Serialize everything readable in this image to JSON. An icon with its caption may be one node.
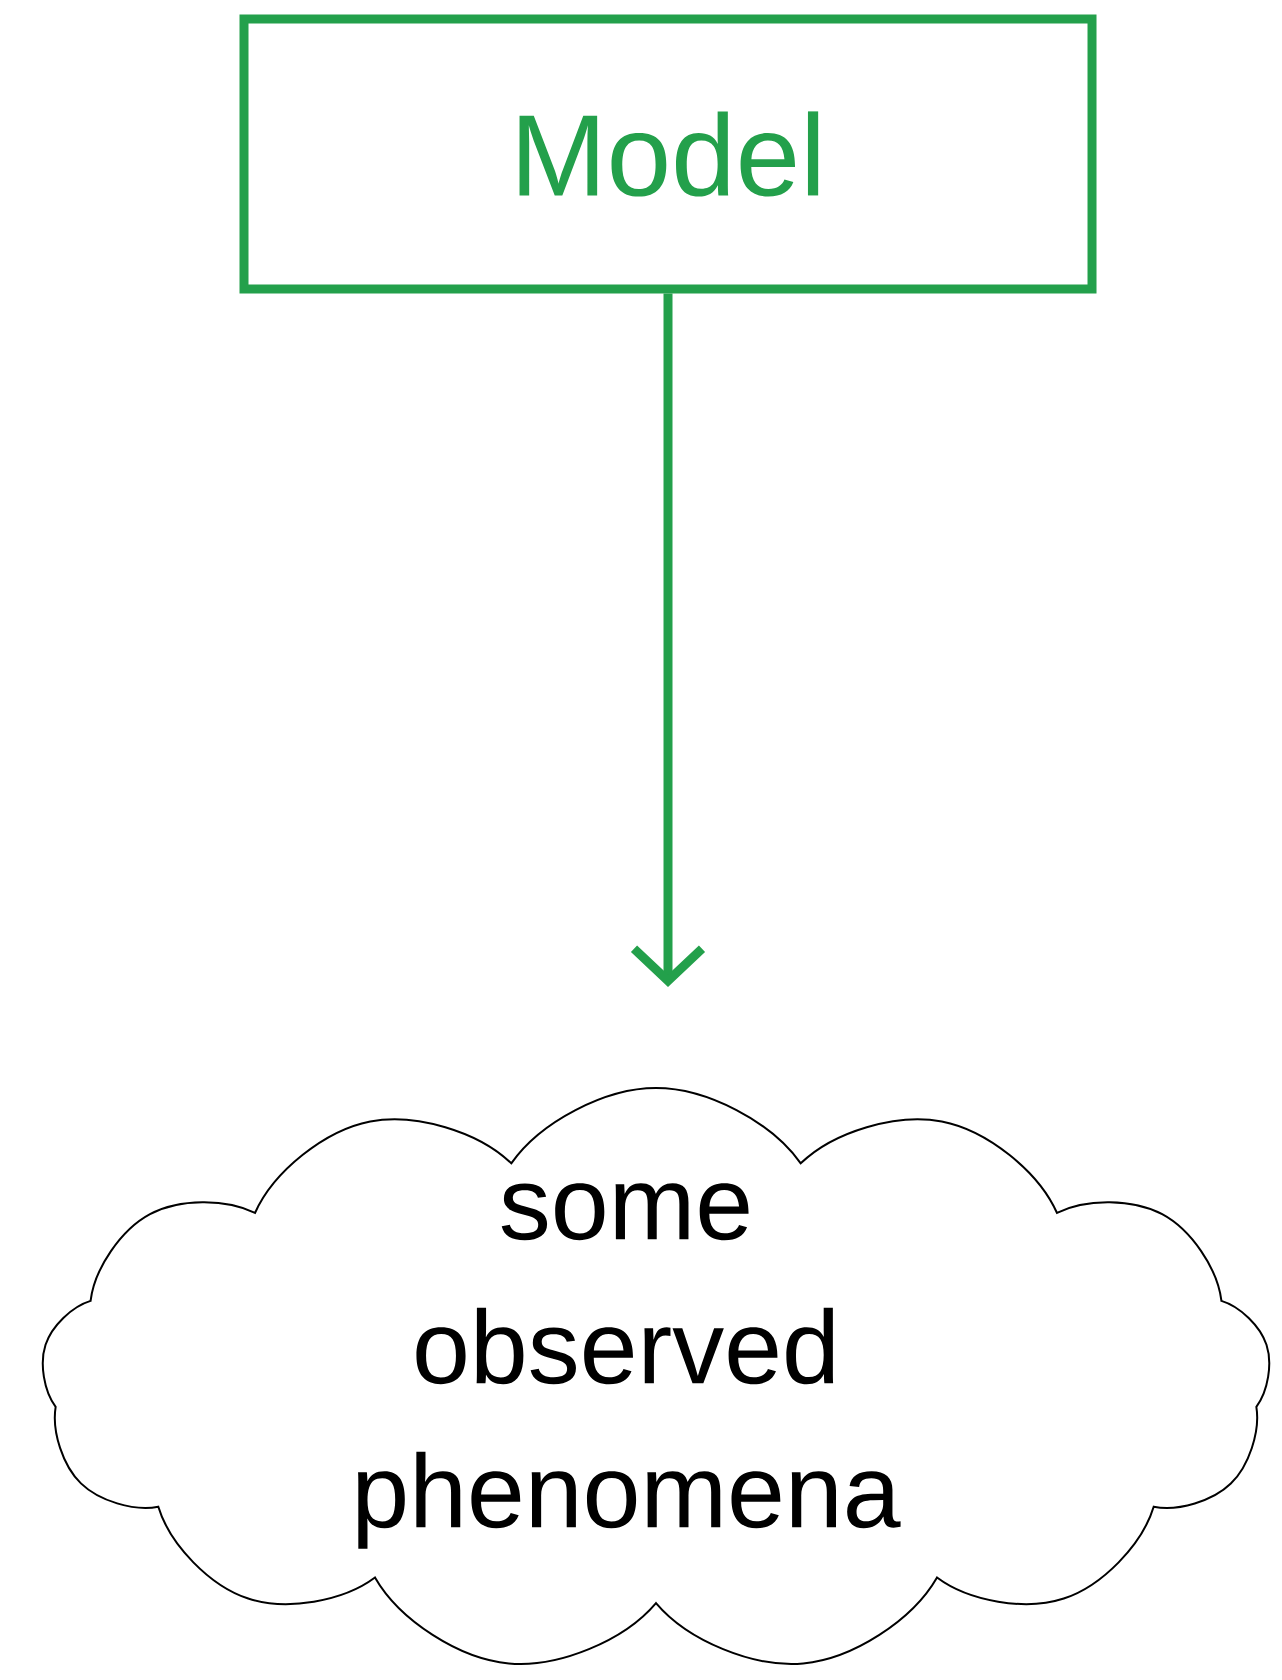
{
  "diagram": {
    "nodes": [
      {
        "text": [
          "Model"
        ]
      },
      {
        "text": [
          "some observed phenomena"
        ]
      }
    ],
    "edges": [
      {
        "from": 0,
        "to": 1,
        "arrow": "to",
        "color": "#23a04b"
      }
    ]
  }
}
